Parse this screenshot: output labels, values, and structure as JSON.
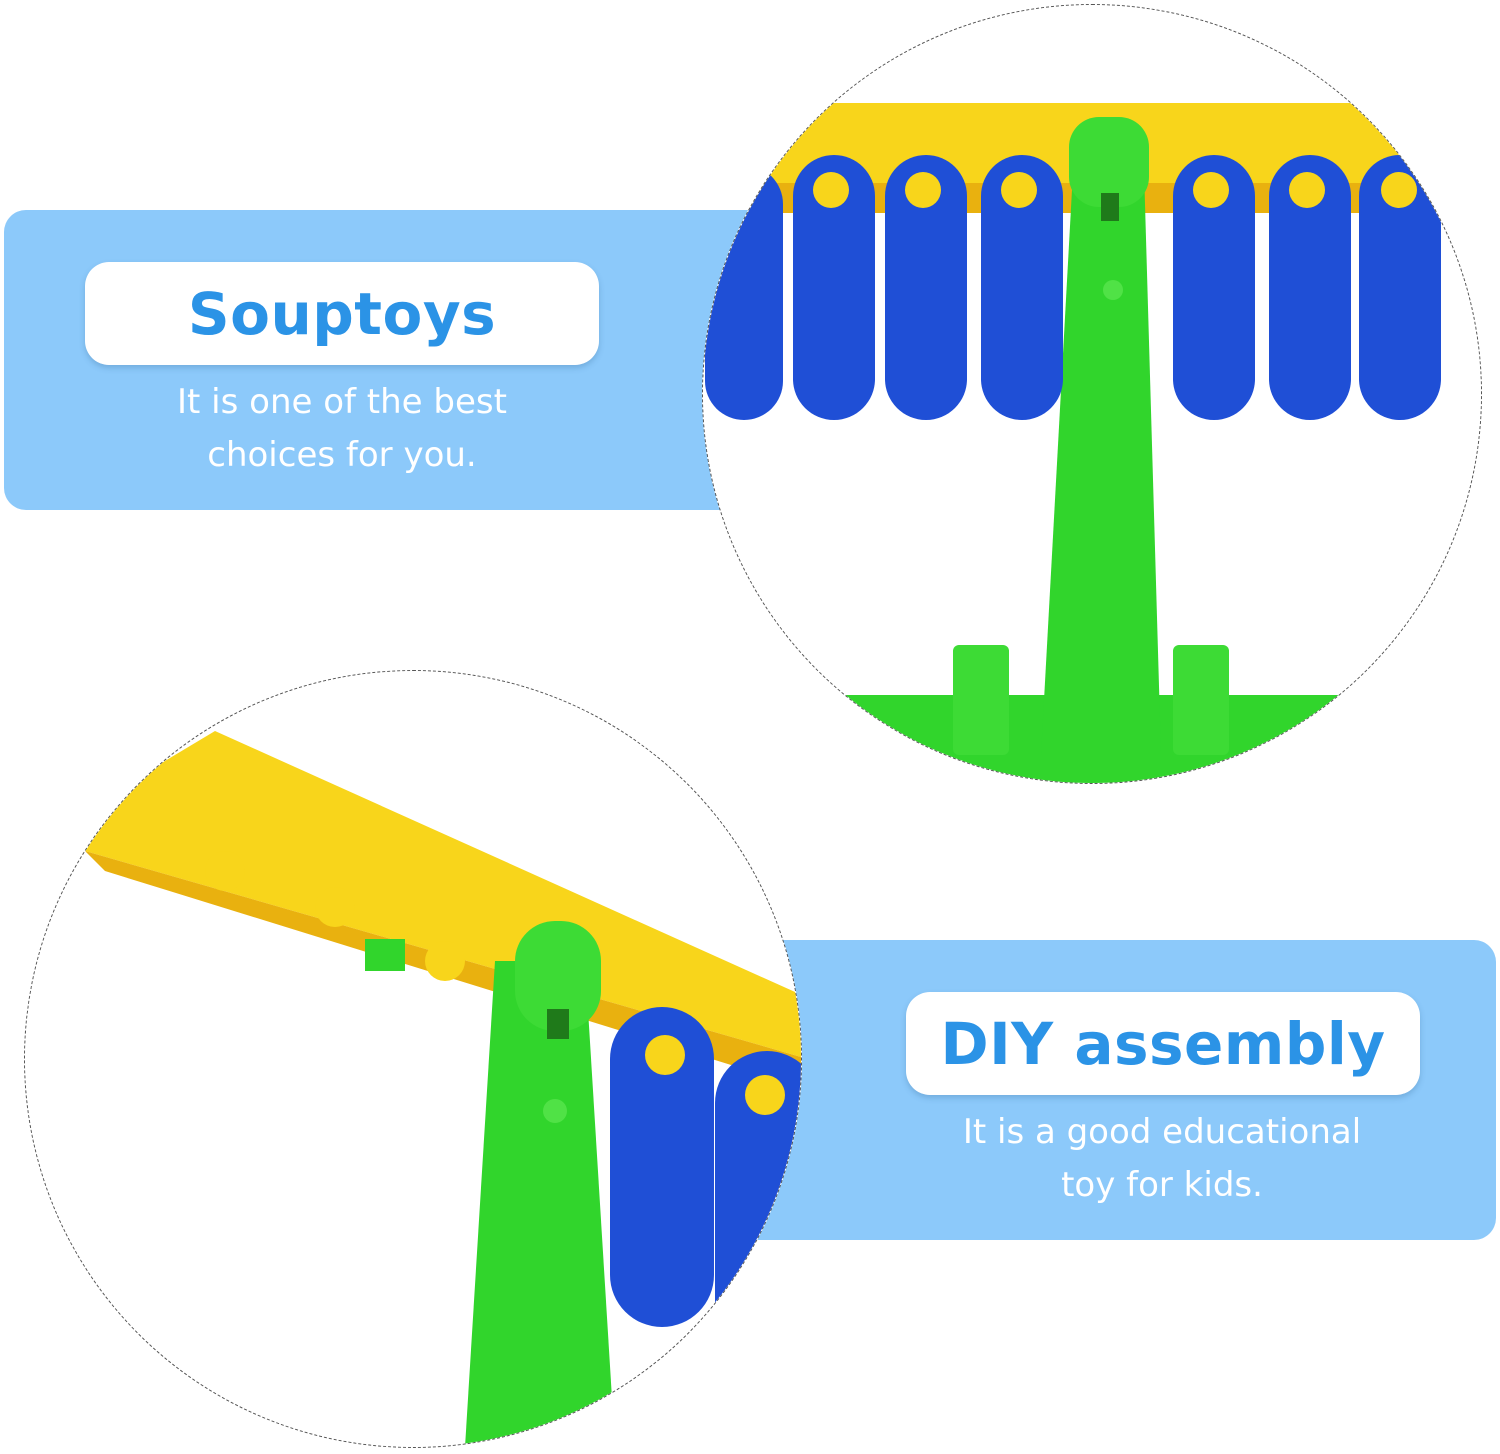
{
  "top_panel": {
    "title": "Souptoys",
    "line1": "It is one of the best",
    "line2": "choices for you."
  },
  "bottom_panel": {
    "title": "DIY assembly",
    "line1": "It is a good educational",
    "line2": "toy for kids."
  },
  "images": {
    "top": "balance-scale-closeup-top",
    "bottom": "balance-scale-closeup-angle"
  },
  "colors": {
    "panel": "#8cc9fa",
    "title": "#2b93e6",
    "yellow": "#f7d51c",
    "blue": "#1f4fd6",
    "green": "#2fd52a"
  }
}
